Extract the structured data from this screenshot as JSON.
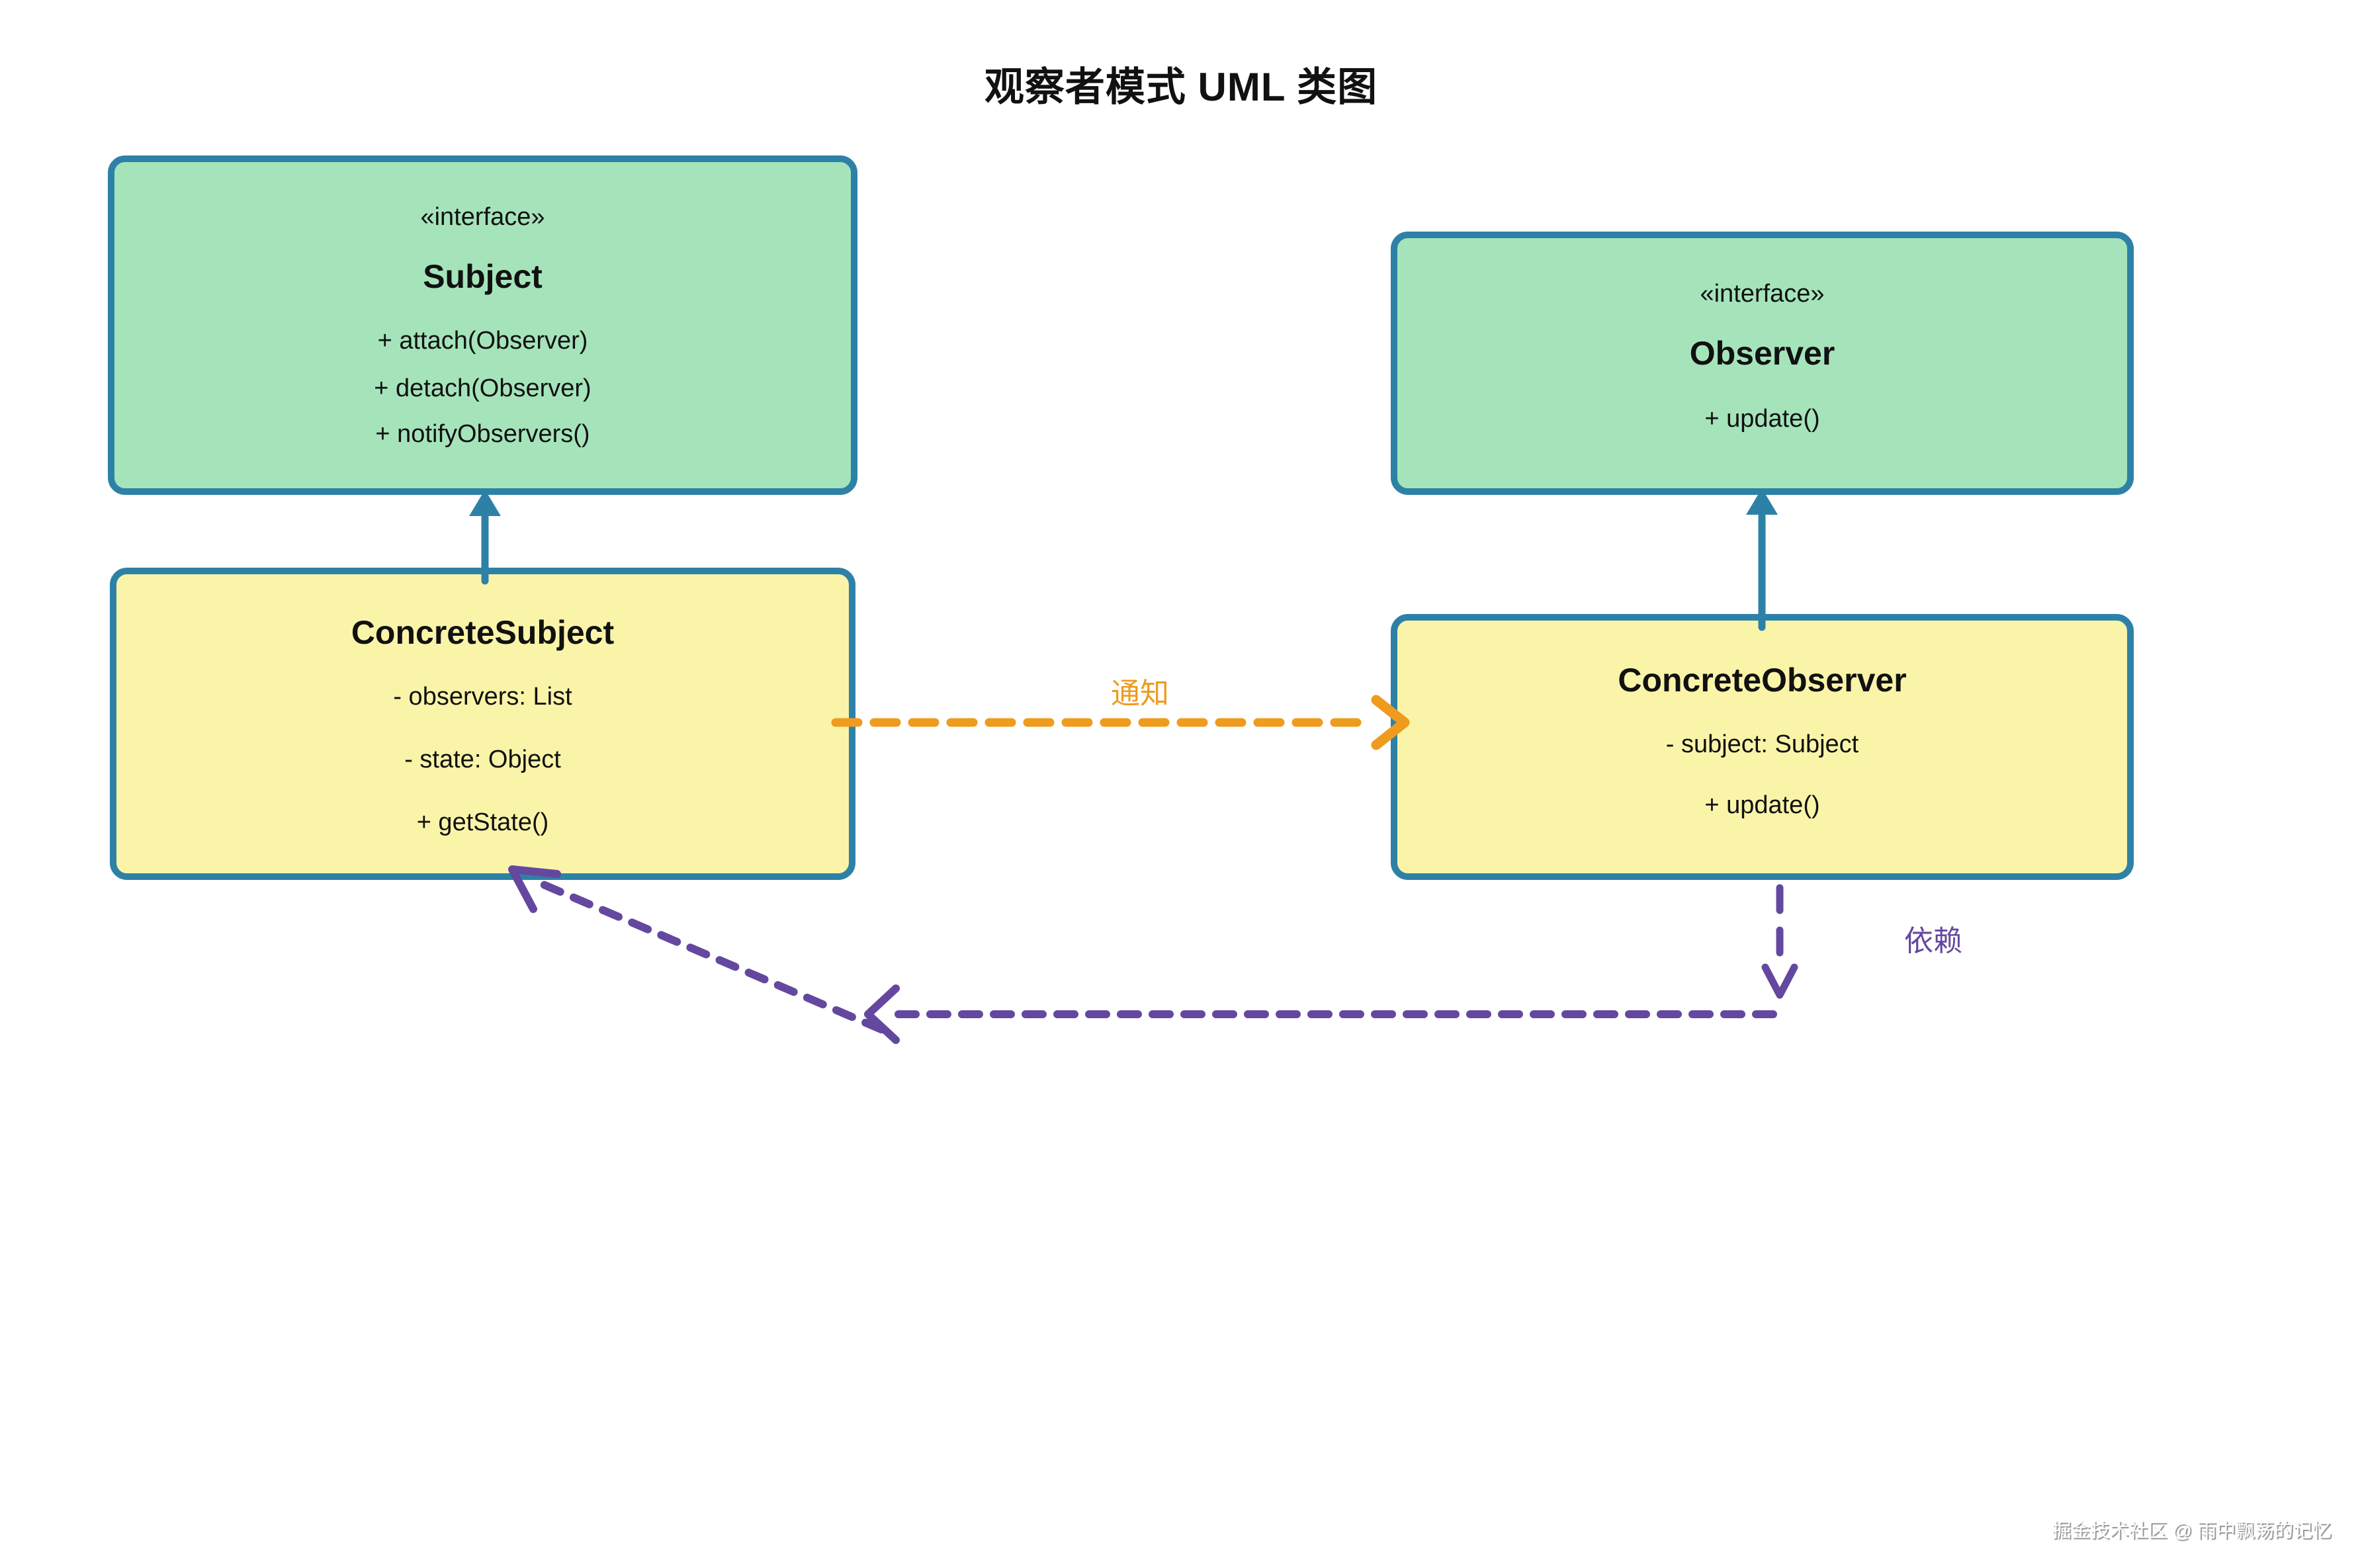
{
  "title": "观察者模式 UML 类图",
  "colors": {
    "teal": "#2e81a6",
    "green_fill": "#a5e4bb",
    "yellow_fill": "#faf4a9",
    "orange": "#ee9b1e",
    "purple": "#64489f",
    "text": "#111111",
    "watermark": "#ffffff"
  },
  "boxes": {
    "subject": {
      "stereotype": "«interface»",
      "name": "Subject",
      "members": [
        "+ attach(Observer)",
        "+ detach(Observer)",
        "+ notifyObservers()"
      ]
    },
    "observer": {
      "stereotype": "«interface»",
      "name": "Observer",
      "members": [
        "+ update()"
      ]
    },
    "concrete_subject": {
      "name": "ConcreteSubject",
      "members": [
        "- observers: List",
        "- state: Object",
        "+ getState()"
      ]
    },
    "concrete_observer": {
      "name": "ConcreteObserver",
      "members": [
        "- subject: Subject",
        "+ update()"
      ]
    }
  },
  "edges": {
    "notify_label": "通知",
    "dependency_label": "依赖"
  },
  "watermark": "掘金技术社区 @ 雨中飘荡的记忆"
}
